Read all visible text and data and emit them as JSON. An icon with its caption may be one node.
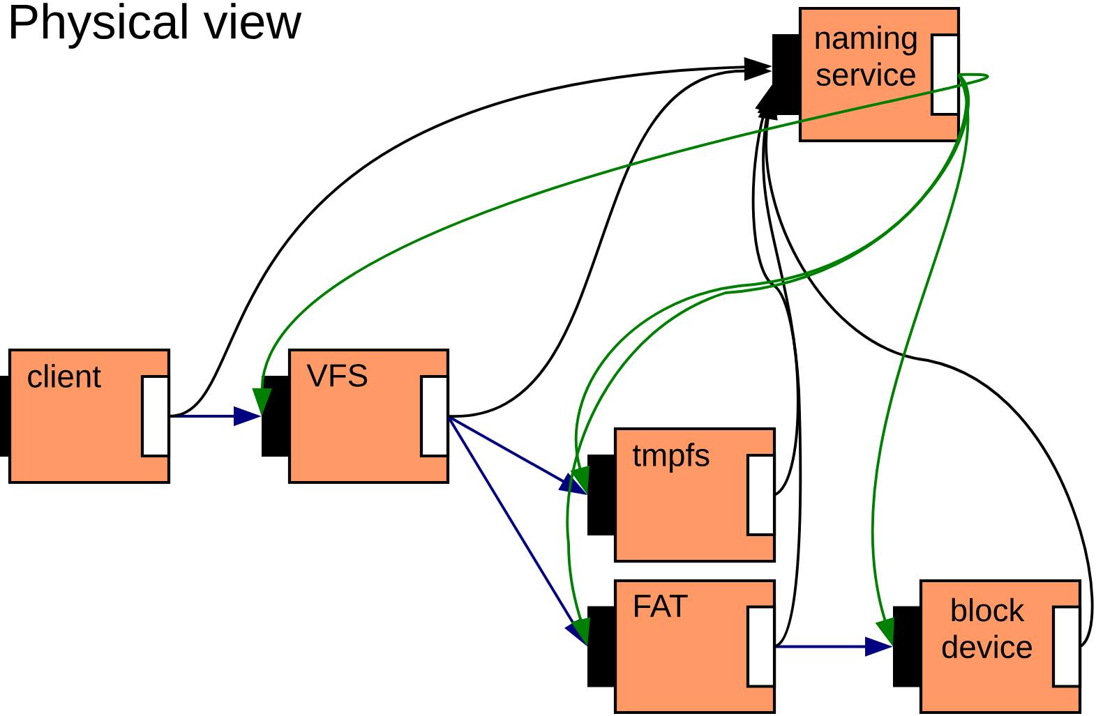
{
  "diagram": {
    "title": "Physical view",
    "nodes": [
      {
        "text": [
          "client"
        ]
      },
      {
        "text": [
          "VFS"
        ]
      },
      {
        "text": [
          "tmpfs"
        ]
      },
      {
        "text": [
          "FAT"
        ]
      },
      {
        "text": [
          "naming service"
        ]
      },
      {
        "text": [
          "block device"
        ]
      }
    ],
    "edges": [
      {
        "from": 0,
        "to": 1,
        "arrow": "to",
        "color": "#000080"
      },
      {
        "from": 1,
        "to": 2,
        "arrow": "to",
        "color": "#000080"
      },
      {
        "from": 1,
        "to": 3,
        "arrow": "to",
        "color": "#000080"
      },
      {
        "from": 3,
        "to": 5,
        "arrow": "to",
        "color": "#000080"
      },
      {
        "from": 0,
        "to": 4,
        "arrow": "to",
        "color": "#000000"
      },
      {
        "from": 1,
        "to": 4,
        "arrow": "to",
        "color": "#000000"
      },
      {
        "from": 2,
        "to": 4,
        "arrow": "to",
        "color": "#000000"
      },
      {
        "from": 3,
        "to": 4,
        "arrow": "to",
        "color": "#000000"
      },
      {
        "from": 5,
        "to": 4,
        "arrow": "to",
        "color": "#000000"
      },
      {
        "from": 4,
        "to": 1,
        "arrow": "to",
        "color": "#008000"
      },
      {
        "from": 4,
        "to": 2,
        "arrow": "to",
        "color": "#008000"
      },
      {
        "from": 4,
        "to": 3,
        "arrow": "to",
        "color": "#008000"
      },
      {
        "from": 4,
        "to": 5,
        "arrow": "to",
        "color": "#008000"
      }
    ]
  }
}
